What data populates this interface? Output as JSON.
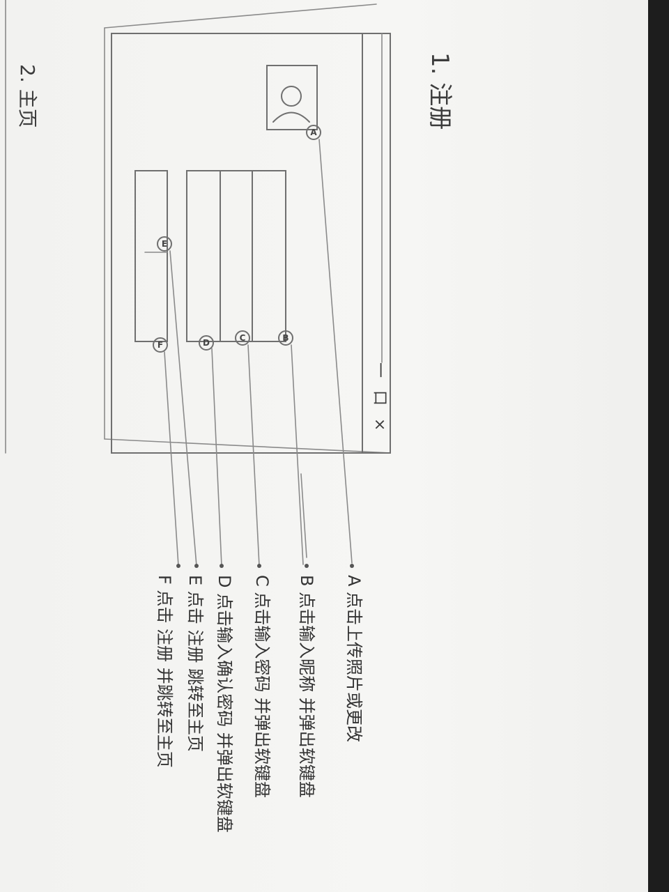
{
  "sections": {
    "first_label": "1. 注册",
    "second_label": "2. 主页"
  },
  "window": {
    "controls": {
      "minimize": "一",
      "maximize": "口",
      "close": "×"
    }
  },
  "markers": [
    "A",
    "B",
    "C",
    "D",
    "E",
    "F"
  ],
  "annotations": [
    {
      "letter": "A",
      "text": "A 点击上传照片或更改"
    },
    {
      "letter": "B",
      "text": "B 点击输入昵称 并弹出软键盘"
    },
    {
      "letter": "C",
      "text": "C 点击输入密码 并弹出软键盘"
    },
    {
      "letter": "D",
      "text": "D 点击输入确认密码 并弹出软键盘"
    },
    {
      "letter": "E",
      "text": "E 点击 注册 跳转至主页"
    },
    {
      "letter": "F",
      "text": "F 点击 注册 并跳转至主页"
    }
  ]
}
